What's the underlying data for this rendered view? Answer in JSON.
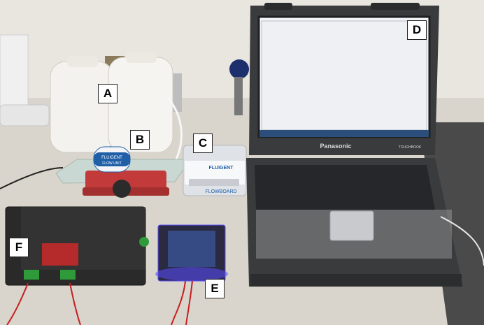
{
  "labels": {
    "a": "A",
    "b": "B",
    "c": "C",
    "d": "D",
    "e": "E",
    "f": "F"
  },
  "device_text": {
    "fluigent_unit": "FLUIGENT",
    "flow_unit": "FLOW UNIT",
    "fluigent_board": "FLUIGENT",
    "flowboard": "FLOWBOARD",
    "laptop_brand": "Panasonic",
    "toughbook": "TOUGHBOOK"
  },
  "colors": {
    "wall": "#e9e6e0",
    "table": "#d9d4cc",
    "laptop_body": "#3a3b3d",
    "laptop_screen_bezel": "#1f2022",
    "screen": "#f2f4f7",
    "taskbar": "#2b4f7a",
    "keyboard": "#26272a",
    "bottle": "#f4f2ee",
    "flowunit_blue": "#1f5fa8",
    "red_stand": "#c23a3a",
    "electronics_box": "#2a2a2a",
    "green_terminal": "#2e9a3a",
    "blue_glow": "#5a4cff",
    "cable_red": "#c42020"
  }
}
